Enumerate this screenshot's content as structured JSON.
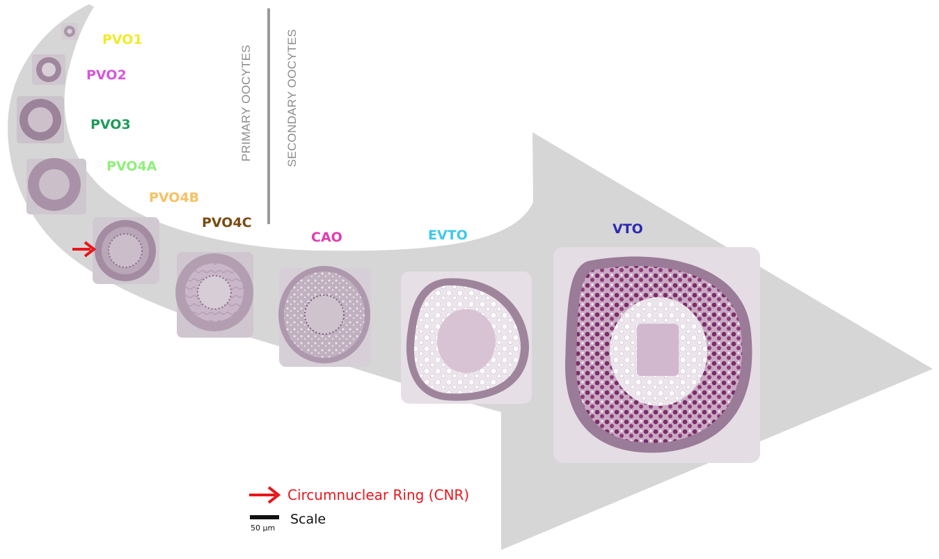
{
  "stages": [
    {
      "id": "pvo1",
      "label": "PVO1",
      "color": "#f1ea2a"
    },
    {
      "id": "pvo2",
      "label": "PVO2",
      "color": "#d457d9"
    },
    {
      "id": "pvo3",
      "label": "PVO3",
      "color": "#1f9a5a"
    },
    {
      "id": "pvo4a",
      "label": "PVO4A",
      "color": "#8ef07a"
    },
    {
      "id": "pvo4b",
      "label": "PVO4B",
      "color": "#f6c162"
    },
    {
      "id": "pvo4c",
      "label": "PVO4C",
      "color": "#7a4a12"
    },
    {
      "id": "cao",
      "label": "CAO",
      "color": "#e23bb0"
    },
    {
      "id": "evto",
      "label": "EVTO",
      "color": "#3ec9ec"
    },
    {
      "id": "vto",
      "label": "VTO",
      "color": "#2c2ab0"
    }
  ],
  "phases": {
    "primary": "PRIMARY OOCYTES",
    "secondary": "SECONDARY OOCYTES"
  },
  "legend": {
    "arrow_label": "Circumnuclear Ring (CNR)",
    "arrow_color": "#e8161b",
    "scale_label": "Scale",
    "scale_unit": "50 µm"
  },
  "colors": {
    "flow_arrow": "#d6d6d6",
    "tissue_light": "#dcd3da",
    "tissue_mid": "#b9a7b8",
    "tissue_dark": "#8e6f8d",
    "yolk_dark": "#7a3a6c"
  }
}
